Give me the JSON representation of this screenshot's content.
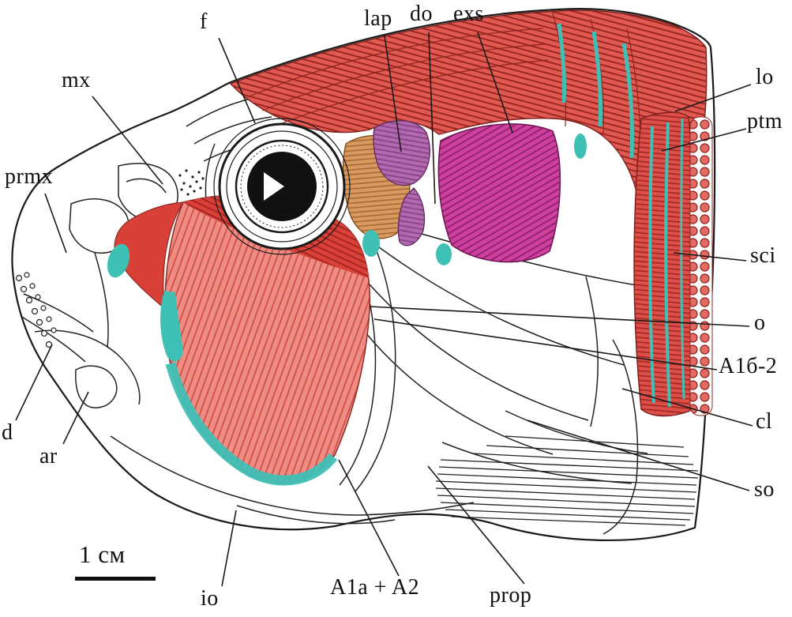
{
  "figure": {
    "scale_bar": {
      "label": "1 см"
    },
    "labels": [
      {
        "id": "f",
        "text": "f"
      },
      {
        "id": "mx",
        "text": "mx"
      },
      {
        "id": "prmx",
        "text": "prmx"
      },
      {
        "id": "d",
        "text": "d"
      },
      {
        "id": "ar",
        "text": "ar"
      },
      {
        "id": "io",
        "text": "io"
      },
      {
        "id": "a1a-a2",
        "text": "A1a + A2"
      },
      {
        "id": "prop",
        "text": "prop"
      },
      {
        "id": "lap",
        "text": "lap"
      },
      {
        "id": "do",
        "text": "do"
      },
      {
        "id": "exs",
        "text": "exs"
      },
      {
        "id": "lo",
        "text": "lo"
      },
      {
        "id": "ptm",
        "text": "ptm"
      },
      {
        "id": "sci",
        "text": "sci"
      },
      {
        "id": "o",
        "text": "o"
      },
      {
        "id": "a1b-2",
        "text": "А1б-2"
      },
      {
        "id": "cl",
        "text": "cl"
      },
      {
        "id": "so",
        "text": "so"
      }
    ],
    "palette": {
      "ink": "#1a1a1a",
      "background": "#ffffff",
      "red_epaxial": "#e05a52",
      "red_stripe": "#9c2823",
      "pink_cheek": "#ef8d85",
      "cheek_stripe": "#cf4f45",
      "dark_red": "#d84038",
      "magenta": "#cf3f9f",
      "orange": "#d89a60",
      "purple": "#b168ae",
      "teal": "#3fc0b5"
    }
  }
}
